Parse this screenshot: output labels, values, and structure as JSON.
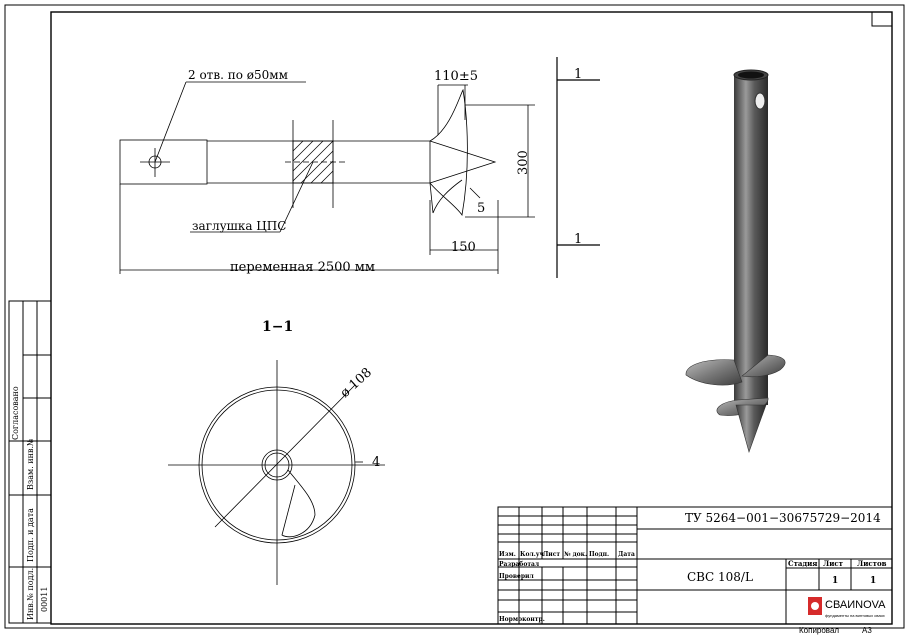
{
  "drawing": {
    "holes_note": "2 отв. по ø50мм",
    "plug_note": "заглушка ЦПС",
    "length_note": "переменная 2500 мм",
    "dim_110": "110±5",
    "dim_300": "300",
    "dim_5": "5",
    "dim_150": "150",
    "section_mark_top": "1",
    "section_mark_bottom": "1",
    "section_title": "1−1",
    "diameter_label": "ø 108",
    "wall_label": "4"
  },
  "left_strip": {
    "agreed": "Согласовано",
    "inv_replace": "Взам. инв.№",
    "sign_date": "Подп. и дата",
    "inv_orig": "Инв.№ подл.",
    "inv_number": "00011"
  },
  "title_block": {
    "doc_code": "ТУ 5264−001−30675729−2014",
    "col_izm": "Изм.",
    "col_koluch": "Кол.уч",
    "col_list": "Лист",
    "col_ndok": "№ док.",
    "col_podp": "Подп.",
    "col_data": "Дата",
    "developed": "Разработал",
    "checked": "Проверил",
    "norm_control": "Нормоконтр.",
    "product_name": "СВС 108/L",
    "stage_header": "Стадия",
    "sheet_header": "Лист",
    "sheets_header": "Листов",
    "sheet_value": "1",
    "sheets_value": "1",
    "brand": "СВАИNOVA",
    "brand_sub": "фундаменты на винтовых сваях"
  },
  "footer": {
    "copied": "Копировал",
    "format": "А3"
  }
}
